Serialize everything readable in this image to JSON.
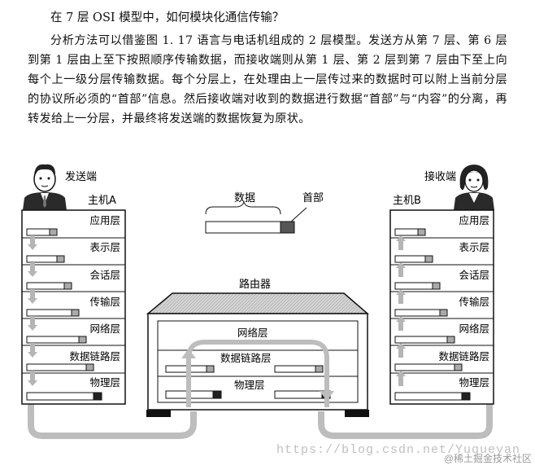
{
  "question": "在 7 层 OSI 模型中，如何模块化通信传输？",
  "paragraph": "分析方法可以借鉴图 1. 17 语言与电话机组成的 2 层模型。发送方从第 7 层、第 6 层到第 1 层由上至下按照顺序传输数据，而接收端则从第 1 层、第 2 层到第 7 层由下至上向每个上一级分层传输数据。每个分层上，在处理由上一层传过来的数据时可以附上当前分层的协议所必须的“首部”信息。然后接收端对收到的数据进行数据“首部”与“内容”的分离，再转发给上一分层，并最终将发送端的数据恢复为原状。",
  "diagram": {
    "sender_label": "发送端",
    "receiver_label": "接收端",
    "hostA_label": "主机A",
    "hostB_label": "主机B",
    "data_label": "数据",
    "header_label": "首部",
    "router_label": "路由器",
    "layers": [
      "应用层",
      "表示层",
      "会话层",
      "传输层",
      "网络层",
      "数据链路层",
      "物理层"
    ],
    "router_layers": [
      "网络层",
      "数据链路层",
      "物理层"
    ]
  },
  "url": "https://blog.csdn.net/Yuqueyan",
  "watermark": "@稀土掘金技术社区"
}
